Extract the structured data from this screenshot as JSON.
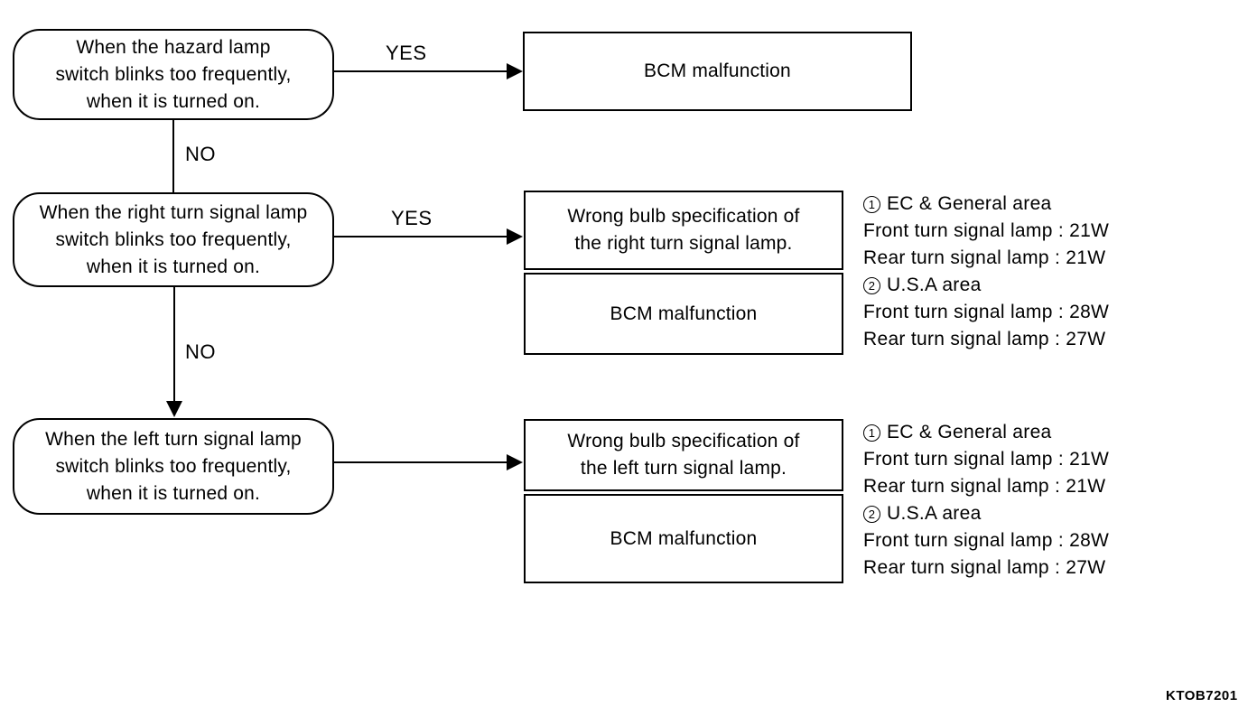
{
  "diagram": {
    "nodes": {
      "hazard_condition": {
        "lines": [
          "When the hazard lamp",
          "switch blinks too frequently,",
          "when it is turned on."
        ]
      },
      "bcm_malfunction_top": {
        "label": "BCM malfunction"
      },
      "right_turn_condition": {
        "lines": [
          "When the right turn signal lamp",
          "switch blinks too frequently,",
          "when it is turned on."
        ]
      },
      "wrong_bulb_right": {
        "lines": [
          "Wrong bulb specification of",
          "the right turn signal lamp."
        ]
      },
      "bcm_malfunction_right": {
        "label": "BCM malfunction"
      },
      "left_turn_condition": {
        "lines": [
          "When the left turn signal lamp",
          "switch blinks too frequently,",
          "when it is turned on."
        ]
      },
      "wrong_bulb_left": {
        "lines": [
          "Wrong bulb specification of",
          "the left turn signal lamp."
        ]
      },
      "bcm_malfunction_left": {
        "label": "BCM malfunction"
      }
    },
    "edge_labels": {
      "yes1": "YES",
      "no1": "NO",
      "yes2": "YES",
      "no2": "NO"
    },
    "spec_note": {
      "sections": [
        {
          "num": "1",
          "title": "EC & General area",
          "lines": [
            "Front turn signal lamp : 21W",
            "Rear turn signal lamp : 21W"
          ]
        },
        {
          "num": "2",
          "title": "U.S.A area",
          "lines": [
            "Front turn signal lamp : 28W",
            "Rear turn signal lamp : 27W"
          ]
        }
      ]
    },
    "figure_code": "KTOB7201"
  }
}
